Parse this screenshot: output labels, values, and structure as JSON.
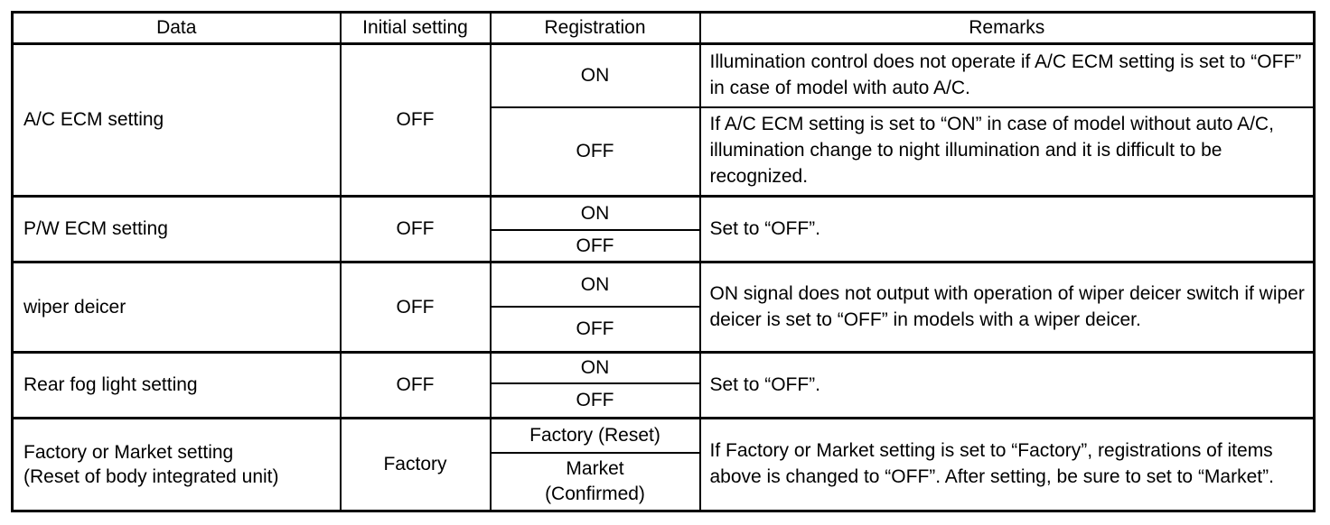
{
  "table": {
    "headers": [
      "Data",
      "Initial setting",
      "Registration",
      "Remarks"
    ],
    "rows": [
      {
        "data": "A/C ECM setting",
        "initial": "OFF",
        "sub": [
          {
            "registration": "ON",
            "remarks": "Illumination control does not operate if A/C ECM setting is set to “OFF” in case of model with auto A/C."
          },
          {
            "registration": "OFF",
            "remarks": "If A/C ECM setting is set to “ON” in case of model without auto A/C, illumination change to night illumination and it is difficult to be recognized."
          }
        ]
      },
      {
        "data": "P/W ECM setting",
        "initial": "OFF",
        "sub": [
          {
            "registration": "ON"
          },
          {
            "registration": "OFF"
          }
        ],
        "remarks": "Set to “OFF”."
      },
      {
        "data": "wiper deicer",
        "initial": "OFF",
        "sub": [
          {
            "registration": "ON"
          },
          {
            "registration": "OFF"
          }
        ],
        "remarks": "ON signal does not output with operation of wiper deicer switch if wiper deicer is set to “OFF” in models with a wiper deicer."
      },
      {
        "data": "Rear fog light setting",
        "initial": "OFF",
        "sub": [
          {
            "registration": "ON"
          },
          {
            "registration": "OFF"
          }
        ],
        "remarks": "Set to “OFF”."
      },
      {
        "data": "Factory or Market setting\n(Reset of body integrated unit)",
        "initial": "Factory",
        "sub": [
          {
            "registration": "Factory (Reset)"
          },
          {
            "registration": "Market\n(Confirmed)"
          }
        ],
        "remarks": "If Factory or Market setting is set to “Factory”, registrations of items above is changed to “OFF”. After setting, be sure to set to “Market”."
      }
    ]
  }
}
